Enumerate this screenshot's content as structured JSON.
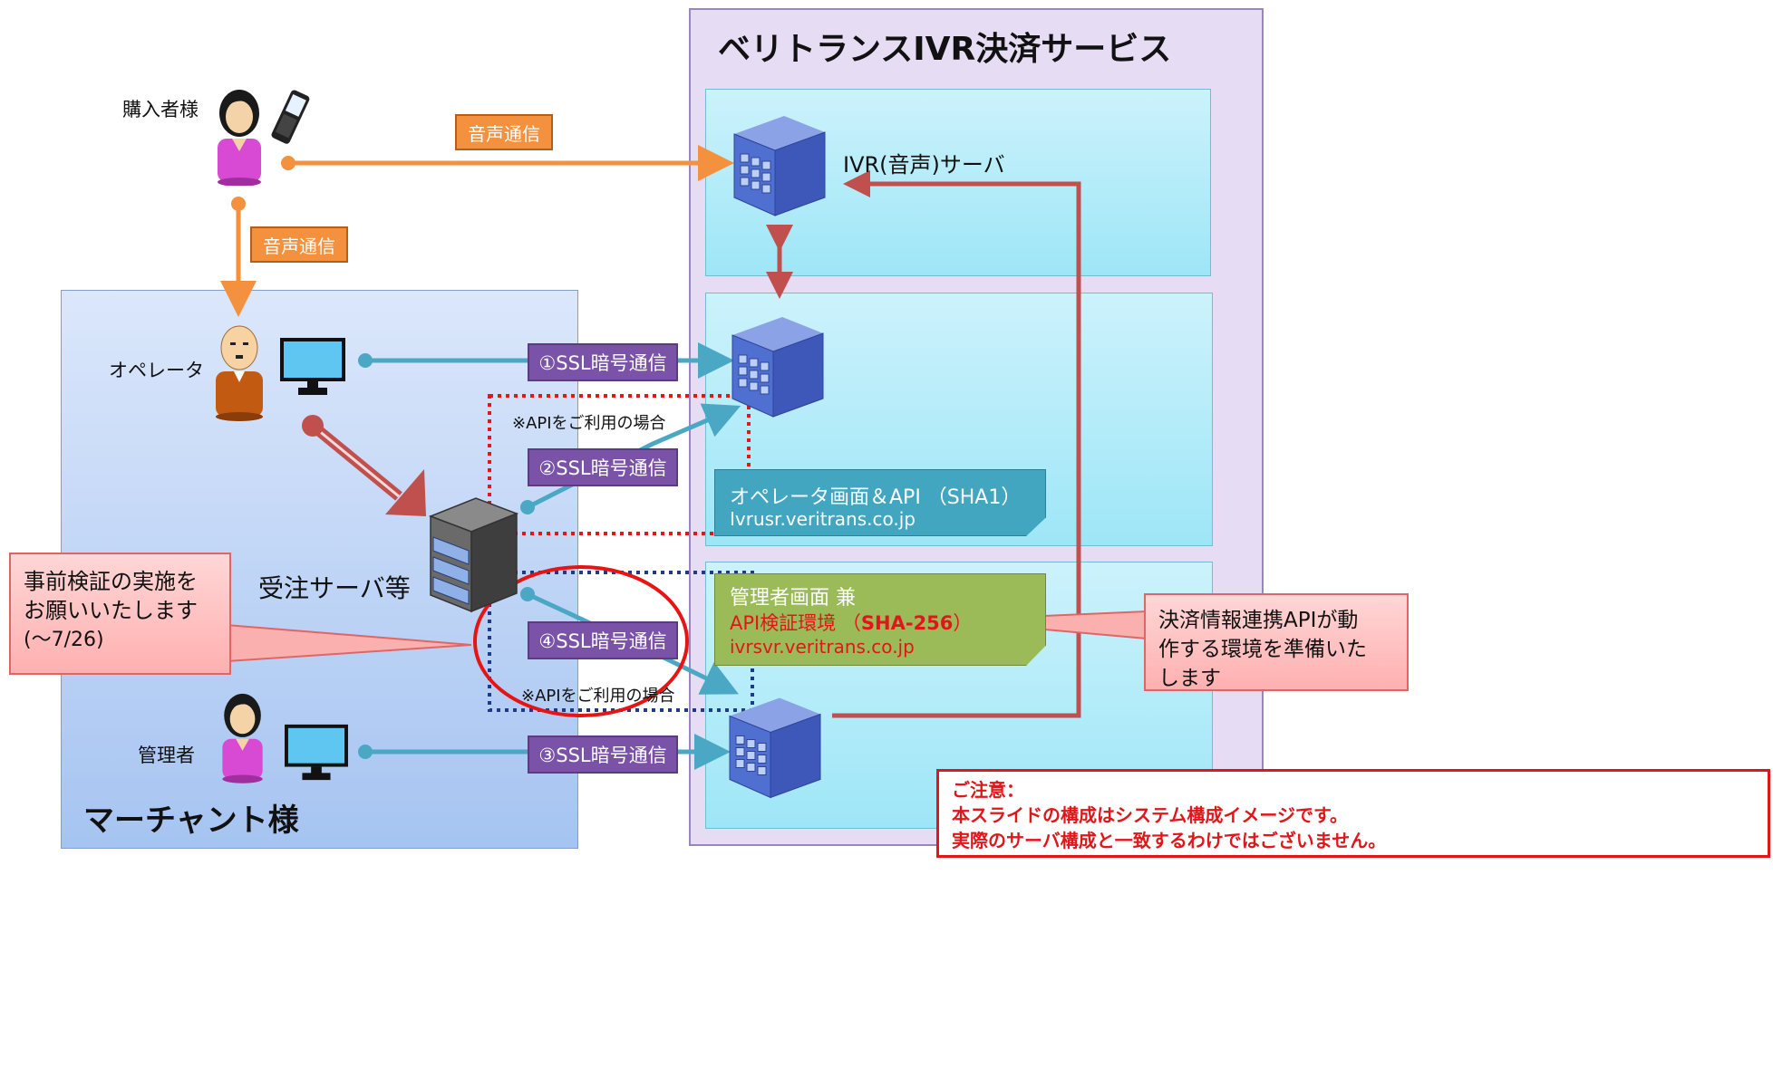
{
  "veritrans": {
    "title": "ベリトランスIVR決済サービス"
  },
  "ivr_server": {
    "label": "IVR(音声)サーバ"
  },
  "merchant": {
    "title": "マーチャント様"
  },
  "actors": {
    "purchaser": "購入者様",
    "operator": "オペレータ",
    "admin": "管理者"
  },
  "order_server": {
    "label": "受注サーバ等"
  },
  "pills": {
    "voice1": "音声通信",
    "voice2": "音声通信",
    "ssl1": "①SSL暗号通信",
    "ssl2": "②SSL暗号通信",
    "ssl3": "③SSL暗号通信",
    "ssl4": "④SSL暗号通信"
  },
  "notes": {
    "api_use_1": "※APIをご利用の場合",
    "api_use_2": "※APIをご利用の場合"
  },
  "operator_screen": {
    "line1": "オペレータ画面＆API （SHA1）",
    "line2": "Ivrusr.veritrans.co.jp"
  },
  "admin_screen": {
    "line1": "管理者画面 兼",
    "line2": "API検証環境 （",
    "line2_bold": "SHA-256",
    "line2_end": "）",
    "line3": "ivrsvr.veritrans.co.jp"
  },
  "callout_left": {
    "line1": "事前検証の実施を",
    "line2": "お願いいたします",
    "line3": "(〜7/26)"
  },
  "callout_right": {
    "line1": "決済情報連携APIが動",
    "line2": "作する環境を準備いた",
    "line3": "します"
  },
  "caution": {
    "line1": "ご注意：",
    "line2": "本スライドの構成はシステム構成イメージです。",
    "line3": "実際のサーバ構成と一致するわけではございません。"
  },
  "colors": {
    "teal": "#4aa8c4",
    "orange": "#f4913e",
    "red": "#c0504d",
    "purple": "#7a52a8",
    "green": "#9bbb59"
  }
}
